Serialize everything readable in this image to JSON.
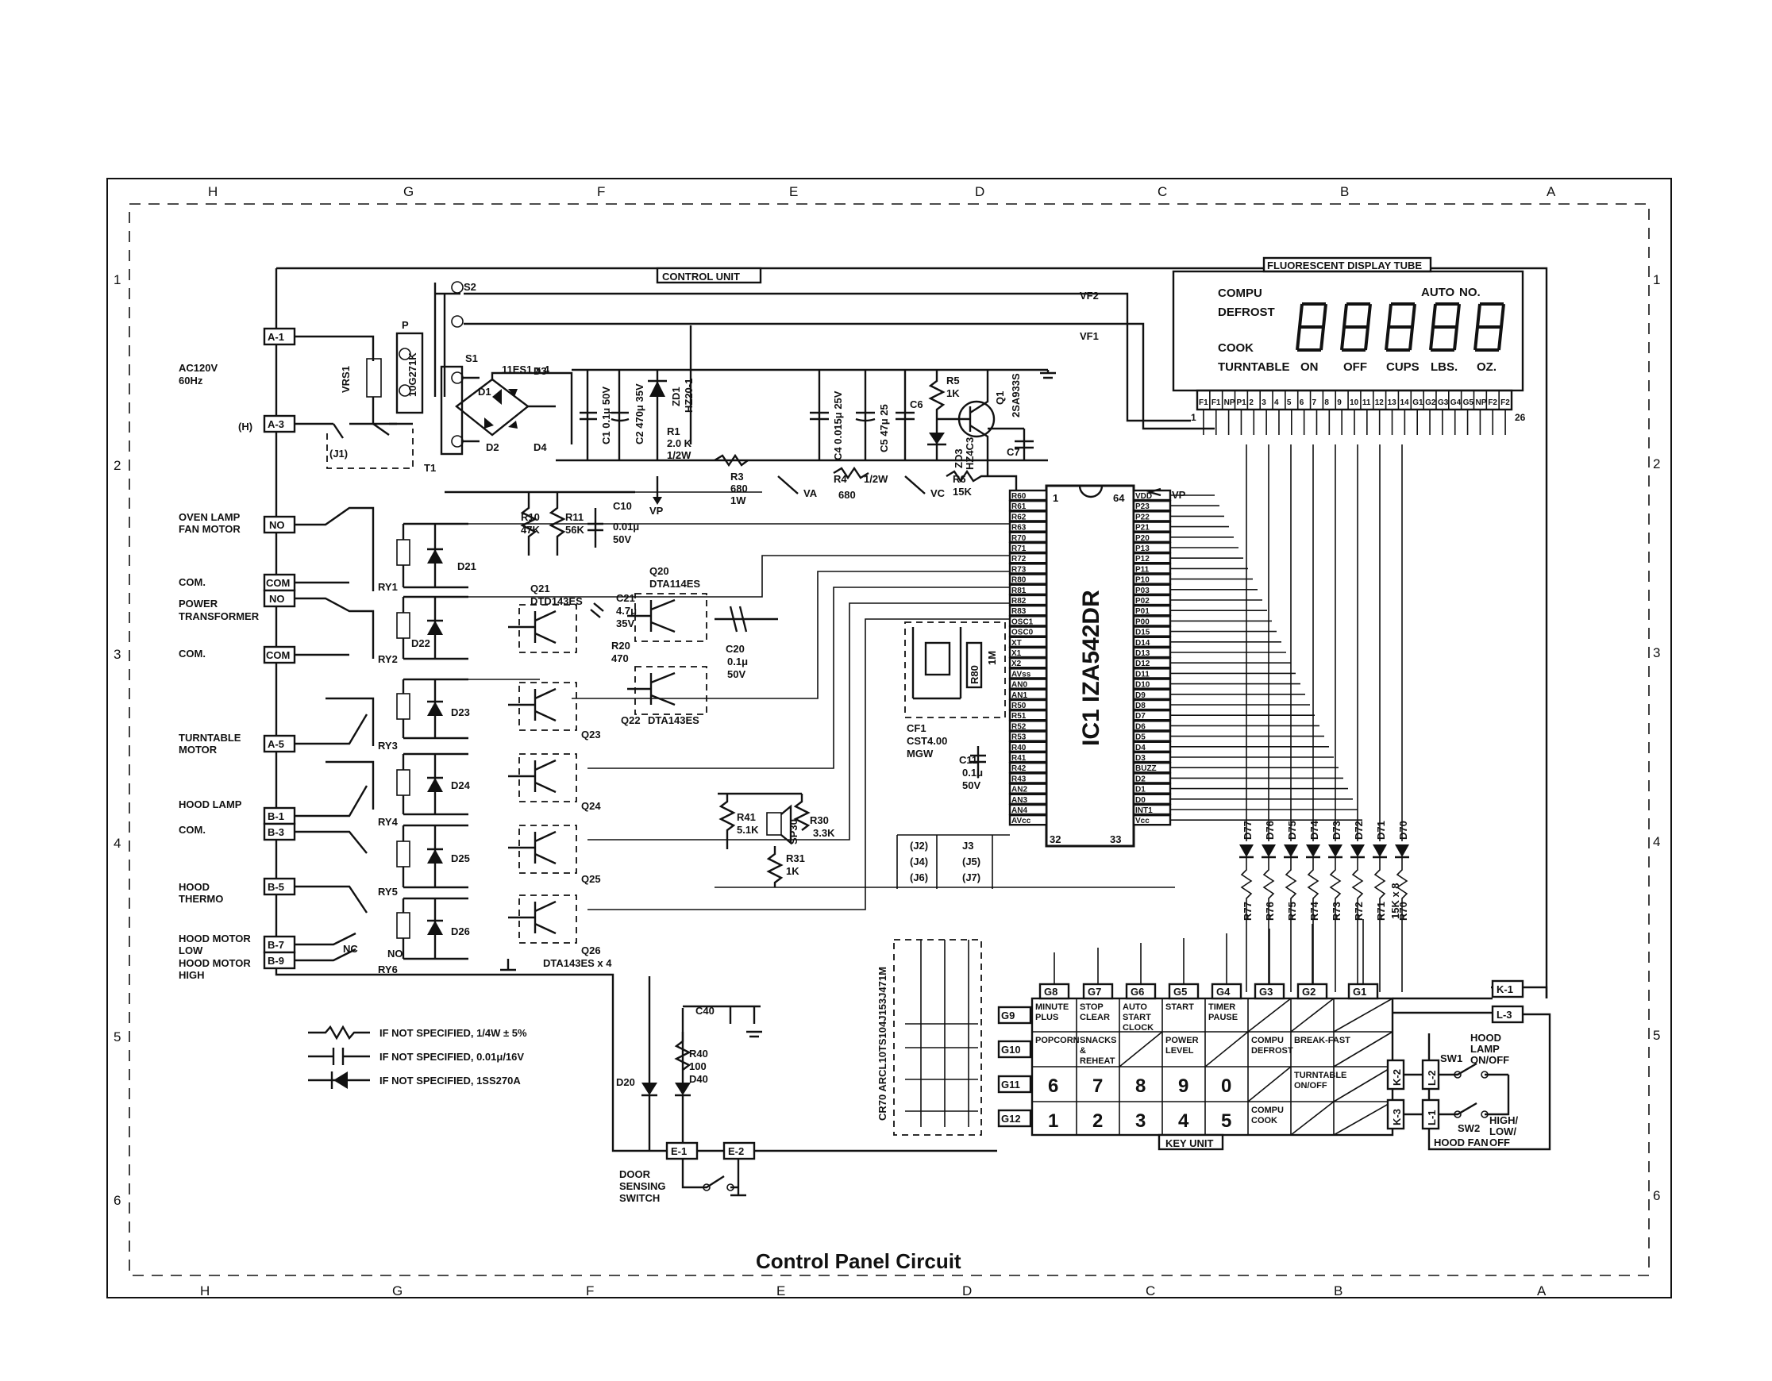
{
  "title": "Control Panel Circuit",
  "grid_cols": [
    "H",
    "G",
    "F",
    "E",
    "D",
    "C",
    "B",
    "A"
  ],
  "grid_rows": [
    "1",
    "2",
    "3",
    "4",
    "5",
    "6"
  ],
  "control_unit": "CONTROL UNIT",
  "key_unit": "KEY UNIT",
  "display": {
    "title": "FLUORESCENT DISPLAY TUBE",
    "left_labels": [
      "COMPU",
      "DEFROST",
      "COOK",
      "TURNTABLE"
    ],
    "right_labels": [
      "AUTO",
      "NO."
    ],
    "bottom_labels": [
      "ON",
      "OFF",
      "CUPS",
      "LBS.",
      "OZ."
    ],
    "pins": [
      "F1",
      "F1",
      "NP",
      "P1",
      "2",
      "3",
      "4",
      "5",
      "6",
      "7",
      "8",
      "9",
      "10",
      "11",
      "12",
      "13",
      "14",
      "G1",
      "G2",
      "G3",
      "G4",
      "G5",
      "NP",
      "F2",
      "F2"
    ],
    "pin_start": "1",
    "pin_end": "26"
  },
  "ic": {
    "name": "IC1 IZA542DR",
    "pin1": "1",
    "pin32": "32",
    "pin33": "33",
    "pin64": "64",
    "left_pins": [
      "R60",
      "R61",
      "R62",
      "R63",
      "R70",
      "R71",
      "R72",
      "R73",
      "R80",
      "R81",
      "R82",
      "R83",
      "OSC1",
      "OSC0",
      "XT",
      "X1",
      "X2",
      "AVss",
      "AN0",
      "AN1",
      "R50",
      "R51",
      "R52",
      "R53",
      "R40",
      "R41",
      "R42",
      "R43",
      "AN2",
      "AN3",
      "AN4",
      "AVcc"
    ],
    "right_pins": [
      "VDD",
      "P23",
      "P22",
      "P21",
      "P20",
      "P13",
      "P12",
      "P11",
      "P10",
      "P03",
      "P02",
      "P01",
      "P00",
      "D15",
      "D14",
      "D13",
      "D12",
      "D11",
      "D10",
      "D9",
      "D8",
      "D7",
      "D6",
      "D5",
      "D4",
      "D3",
      "BUZZ",
      "D2",
      "D1",
      "D0",
      "INT1",
      "Vcc"
    ]
  },
  "connectors": {
    "A1": "A-1",
    "A3": "A-3",
    "NO1": "NO",
    "COM1": "COM",
    "NO2": "NO",
    "COM2": "COM",
    "A5": "A-5",
    "B1": "B-1",
    "B3": "B-3",
    "B5": "B-5",
    "B7": "B-7",
    "B9": "B-9",
    "E1": "E-1",
    "E2": "E-2",
    "K1": "K-1",
    "L3": "L-3",
    "K2": "K-2",
    "K3": "K-3",
    "L2": "L-2",
    "L1": "L-1"
  },
  "left_labels": {
    "ac": "AC120V",
    "hz": "60Hz",
    "h": "(H)",
    "oven1": "OVEN LAMP",
    "oven2": "FAN MOTOR",
    "com1": "COM.",
    "pt1": "POWER",
    "pt2": "TRANSFORMER",
    "com2": "COM.",
    "tt1": "TURNTABLE",
    "tt2": "MOTOR",
    "hl": "HOOD LAMP",
    "com3": "COM.",
    "ht1": "HOOD",
    "ht2": "THERMO",
    "hml1": "HOOD MOTOR",
    "hml2": "LOW",
    "hmh1": "HOOD MOTOR",
    "hmh2": "HIGH",
    "nc": "NC",
    "no": "NO"
  },
  "components": {
    "vrs1": "VRS1",
    "vrs1v": "10G271K",
    "p": "P",
    "s2": "S2",
    "s1": "S1",
    "d1": "D1",
    "d2": "D2",
    "d3": "D3",
    "d4": "D4",
    "bridge": "11ES1 x 4",
    "t1": "T1",
    "j1": "(J1)",
    "c1": "C1 0.1μ 50V",
    "c2": "C2 470μ 35V",
    "zd1": "ZD1",
    "zd1v": "HZ20-1",
    "r1": "R1",
    "r1v": "2.0 K",
    "r1w": "1/2W",
    "vf1": "VF1",
    "vf2": "VF2",
    "r3": "R3",
    "r3v": "680",
    "r3w": "1W",
    "va": "VA",
    "vp": "VP",
    "vc": "VC",
    "c4": "C4 0.015μ 25V",
    "c5": "C5 47μ 25",
    "c6": "C6",
    "r5": "R5",
    "r5v": "1K",
    "q1": "Q1",
    "q1v": "2SA933S",
    "zd3": "ZD3",
    "zd3v": "HZ4C3",
    "c7": "C7",
    "r4": "R4",
    "r4w": "1/2W",
    "r4v": "680",
    "r6": "R6",
    "r6v": "15K",
    "r10": "R10",
    "r10v": "47K",
    "r11": "R11",
    "r11v": "56K",
    "c10": "C10",
    "c10v": "0.01μ",
    "c10w": "50V",
    "d21": "D21",
    "d22": "D22",
    "d23": "D23",
    "d24": "D24",
    "d25": "D25",
    "d26": "D26",
    "ry1": "RY1",
    "ry2": "RY2",
    "ry3": "RY3",
    "ry4": "RY4",
    "ry5": "RY5",
    "ry6": "RY6",
    "q21": "Q21",
    "q21v": "DTD143ES",
    "c21": "C21",
    "c21v": "4.7μ",
    "c21w": "35V",
    "r20": "R20",
    "r20v": "470",
    "q20": "Q20",
    "q20v": "DTA114ES",
    "q22": "Q22",
    "q22v": "DTA143ES",
    "q23": "Q23",
    "q24": "Q24",
    "q25": "Q25",
    "q26": "Q26",
    "q26v": "DTA143ES x 4",
    "c20": "C20",
    "c20v": "0.1μ",
    "c20w": "50V",
    "cf1": "CF1",
    "cf1v": "CST4.00",
    "cf1w": "MGW",
    "r80": "R80",
    "r80v": "1M",
    "c11": "C11",
    "c11v": "0.1μ",
    "c11w": "50V",
    "r41": "R41",
    "r41v": "5.1K",
    "sp30": "SP30",
    "r30": "R30",
    "r30v": "3.3K",
    "r31": "R31",
    "r31v": "1K",
    "j2": "(J2)",
    "j3": "J3",
    "j4": "(J4)",
    "j5": "(J5)",
    "j6": "(J6)",
    "j7": "(J7)",
    "d70": "D70",
    "d71": "D71",
    "d72": "D72",
    "d73": "D73",
    "d74": "D74",
    "d75": "D75",
    "d76": "D76",
    "d77": "D77",
    "r70": "R70",
    "r71": "R71",
    "r72": "R72",
    "r73": "R73",
    "r74": "R74",
    "r75": "R75",
    "r76": "R76",
    "r77": "R77",
    "r7x": "15K x 8",
    "cr70": "CR70 ARCL10TS104J153J471M",
    "c40": "C40",
    "r40": "R40",
    "r40v": "100",
    "d40": "D40",
    "d20": "D20",
    "door1": "DOOR",
    "door2": "SENSING",
    "door3": "SWITCH",
    "sw1": "SW1",
    "sw2": "SW2",
    "hood1": "HOOD",
    "hood2": "LAMP",
    "hood3": "ON/OFF",
    "high1": "HIGH/",
    "high2": "LOW/",
    "high3": "OFF",
    "hoodfan": "HOOD FAN"
  },
  "keys": {
    "g_top": [
      "G8",
      "G7",
      "G6",
      "G5",
      "G4",
      "G3",
      "G2",
      "G1"
    ],
    "g_left": [
      "G9",
      "G10",
      "G11",
      "G12"
    ],
    "row1": [
      "MINUTE PLUS",
      "STOP CLEAR",
      "AUTO START CLOCK",
      "START",
      "TIMER PAUSE"
    ],
    "row2": [
      "POPCORN",
      "SNACKS & REHEAT",
      "",
      "POWER LEVEL",
      "",
      "COMPU DEFROST",
      "BREAK-FAST"
    ],
    "row3": [
      "6",
      "7",
      "8",
      "9",
      "0",
      "",
      "TURNTABLE ON/OFF"
    ],
    "row4": [
      "1",
      "2",
      "3",
      "4",
      "5",
      "COMPU COOK"
    ]
  },
  "legend": [
    "IF NOT SPECIFIED, 1/4W ± 5%",
    "IF NOT SPECIFIED, 0.01μ/16V",
    "IF NOT SPECIFIED, 1SS270A"
  ]
}
